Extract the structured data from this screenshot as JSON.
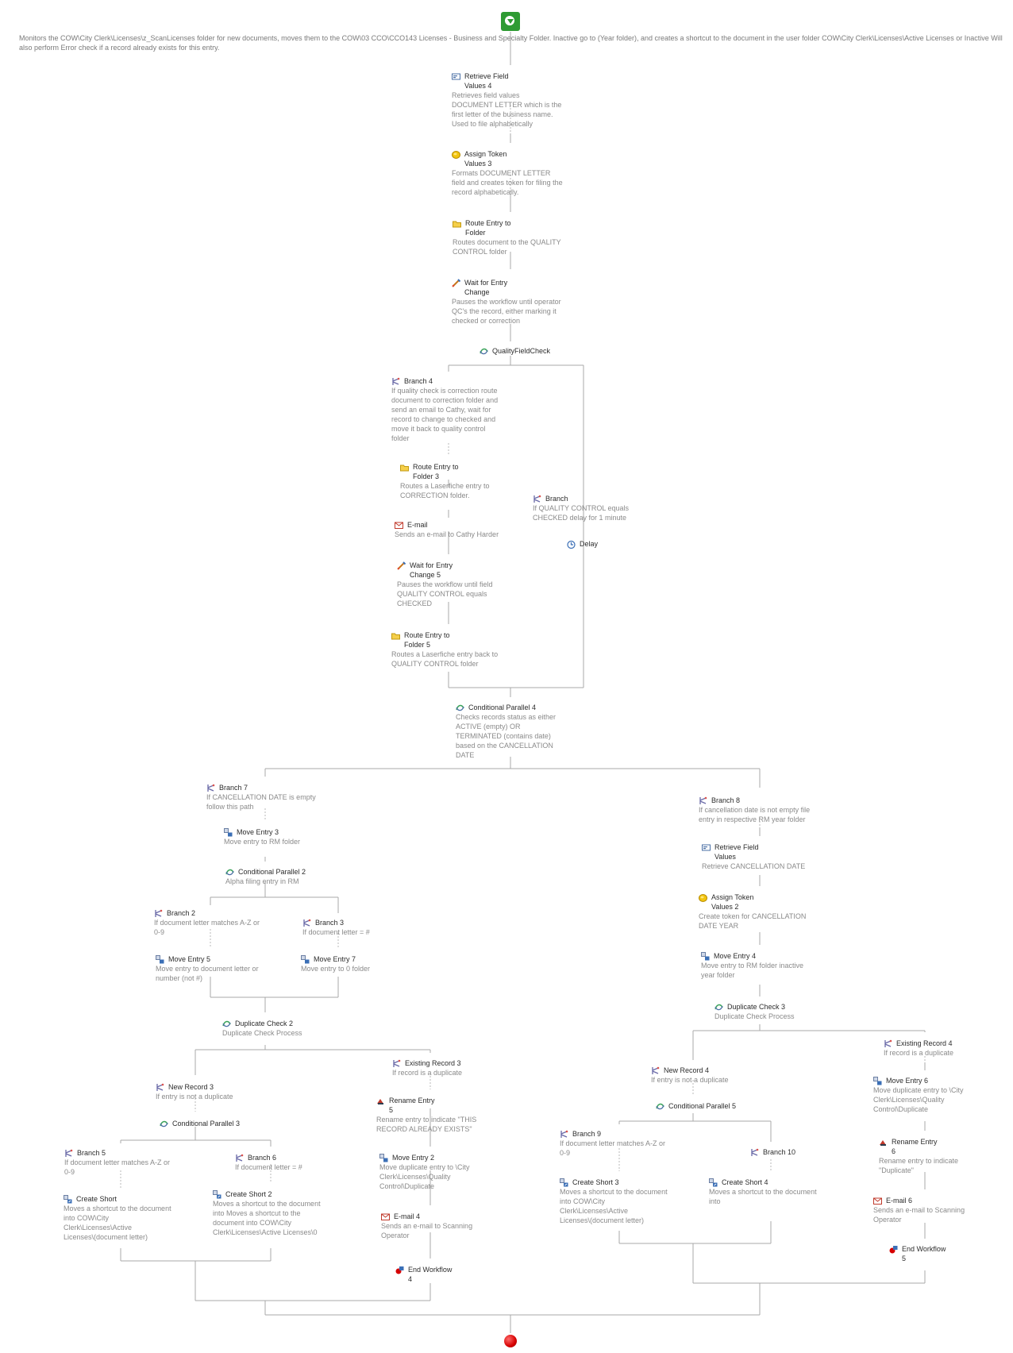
{
  "workflow": {
    "description": "Monitors the COW\\City Clerk\\Licenses\\z_ScanLicenses  folder for new documents, moves them to the COW\\03 CCO\\CCO143 Licenses - Business and Specialty Folder. Inactive go to (Year folder), and creates a shortcut to the document in the user folder COW\\City Clerk\\Licenses\\Active Licenses or Inactive Will also perform Error check if a record already exists for this entry.",
    "start_icon": "start-icon",
    "end_icon": "end-icon"
  },
  "nodes": [
    {
      "id": "n0",
      "icon": "retrieve-fields-icon",
      "lines": [
        "Retrieve Field",
        "Values 4"
      ],
      "sub": [
        "Retrieves field values",
        "DOCUMENT LETTER which is the",
        "first letter of the business name.",
        "Used to file alphabetically"
      ]
    },
    {
      "id": "n1",
      "icon": "token-icon",
      "lines": [
        "Assign Token",
        "Values 3"
      ],
      "sub": [
        "Formats DOCUMENT LETTER",
        "field and creates token for filing the",
        "record alphabetically."
      ]
    },
    {
      "id": "n2",
      "icon": "folder-icon",
      "lines": [
        "Route Entry to",
        "Folder"
      ],
      "sub": [
        "Routes document to the QUALITY",
        "CONTROL folder"
      ]
    },
    {
      "id": "n3",
      "icon": "wait-icon",
      "lines": [
        "Wait for Entry",
        "Change"
      ],
      "sub": [
        "Pauses the workflow until operator",
        "QC's the record, either marking it",
        "checked or correction"
      ]
    },
    {
      "id": "n4",
      "icon": "conditional-icon",
      "lines": [
        "QualityFieldCheck"
      ],
      "sub": []
    },
    {
      "id": "n5",
      "icon": "branch-icon",
      "lines": [
        "Branch 4"
      ],
      "sub": [
        "If quality check is correction route",
        "document to correction folder and",
        "send an email to Cathy, wait for",
        "record to change to checked and",
        "move it back to quality control",
        "folder"
      ]
    },
    {
      "id": "n6",
      "icon": "folder-icon",
      "lines": [
        "Route Entry to",
        "Folder 3"
      ],
      "sub": [
        "Routes a Laserfiche entry to",
        "CORRECTION folder."
      ]
    },
    {
      "id": "n7",
      "icon": "email-icon",
      "lines": [
        "E-mail"
      ],
      "sub": [
        "Sends an e-mail to Cathy Harder"
      ]
    },
    {
      "id": "n8",
      "icon": "wait-icon",
      "lines": [
        "Wait for Entry",
        "Change 5"
      ],
      "sub": [
        "Pauses the workflow until field",
        "QUALITY CONTROL equals",
        "CHECKED"
      ]
    },
    {
      "id": "n9",
      "icon": "folder-icon",
      "lines": [
        "Route Entry to",
        "Folder 5"
      ],
      "sub": [
        "Routes a Laserfiche entry back to",
        "QUALITY CONTROL folder"
      ]
    },
    {
      "id": "n10",
      "icon": "branch-icon",
      "lines": [
        "Branch"
      ],
      "sub": [
        "If QUALITY CONTROL equals",
        "CHECKED delay for 1 minute"
      ]
    },
    {
      "id": "n11",
      "icon": "delay-icon",
      "lines": [
        "Delay"
      ],
      "sub": []
    },
    {
      "id": "n12",
      "icon": "conditional-icon",
      "lines": [
        "Conditional Parallel 4"
      ],
      "sub": [
        "Checks records status as either",
        "ACTIVE (empty) OR",
        "TERMINATED (contains date)",
        "based on the CANCELLATION",
        "DATE"
      ]
    },
    {
      "id": "n13",
      "icon": "branch-icon",
      "lines": [
        "Branch 7"
      ],
      "sub": [
        "If CANCELLATION DATE is empty",
        "follow this path"
      ]
    },
    {
      "id": "n14",
      "icon": "move-icon",
      "lines": [
        "Move Entry 3"
      ],
      "sub": [
        "Move entry to RM folder"
      ]
    },
    {
      "id": "n15",
      "icon": "conditional-icon",
      "lines": [
        "Conditional Parallel 2"
      ],
      "sub": [
        "Alpha filing entry in RM"
      ]
    },
    {
      "id": "n16",
      "icon": "branch-icon",
      "lines": [
        "Branch 2"
      ],
      "sub": [
        "If document letter matches A-Z or",
        "0-9"
      ]
    },
    {
      "id": "n17",
      "icon": "branch-icon",
      "lines": [
        "Branch 3"
      ],
      "sub": [
        "If document letter = #"
      ]
    },
    {
      "id": "n18",
      "icon": "move-icon",
      "lines": [
        "Move Entry 5"
      ],
      "sub": [
        "Move entry to document letter or",
        "number (not #)"
      ]
    },
    {
      "id": "n19",
      "icon": "move-icon",
      "lines": [
        "Move Entry 7"
      ],
      "sub": [
        "Move entry to 0 folder"
      ]
    },
    {
      "id": "n20",
      "icon": "conditional-icon",
      "lines": [
        "Duplicate Check 2"
      ],
      "sub": [
        "Duplicate Check Process"
      ]
    },
    {
      "id": "n21",
      "icon": "branch-icon",
      "lines": [
        "New Record 3"
      ],
      "sub": [
        "If entry is not a duplicate"
      ]
    },
    {
      "id": "n22",
      "icon": "conditional-icon",
      "lines": [
        "Conditional Parallel 3"
      ],
      "sub": []
    },
    {
      "id": "n23",
      "icon": "branch-icon",
      "lines": [
        "Branch 5"
      ],
      "sub": [
        "If document letter matches A-Z or",
        "0-9"
      ]
    },
    {
      "id": "n24",
      "icon": "branch-icon",
      "lines": [
        "Branch 6"
      ],
      "sub": [
        "If document letter = #"
      ]
    },
    {
      "id": "n25",
      "icon": "shortcut-icon",
      "lines": [
        "Create Short"
      ],
      "sub": [
        "Moves a shortcut to the document",
        "into COW\\City",
        "Clerk\\Licenses\\Active",
        "Licenses\\(document letter)"
      ]
    },
    {
      "id": "n26",
      "icon": "shortcut-icon",
      "lines": [
        "Create Short 2"
      ],
      "sub": [
        "Moves a shortcut to the document",
        "into Moves a shortcut to the",
        "document into COW\\City",
        "Clerk\\Licenses\\Active Licenses\\0"
      ]
    },
    {
      "id": "n27",
      "icon": "branch-icon",
      "lines": [
        "Existing Record 3"
      ],
      "sub": [
        "If record is a duplicate"
      ]
    },
    {
      "id": "n28",
      "icon": "rename-icon",
      "lines": [
        "Rename Entry",
        "5"
      ],
      "sub": [
        "Rename entry to indicate \"THIS",
        "RECORD ALREADY EXISTS\""
      ]
    },
    {
      "id": "n29",
      "icon": "move-icon",
      "lines": [
        "Move Entry 2"
      ],
      "sub": [
        "Move duplicate entry to \\City",
        "Clerk\\Licenses\\Quality",
        "Control\\Duplicate"
      ]
    },
    {
      "id": "n30",
      "icon": "email-icon",
      "lines": [
        "E-mail 4"
      ],
      "sub": [
        "Sends an e-mail to Scanning",
        "Operator"
      ]
    },
    {
      "id": "n31",
      "icon": "end-workflow-icon",
      "lines": [
        "End Workflow",
        "4"
      ],
      "sub": []
    },
    {
      "id": "n32",
      "icon": "branch-icon",
      "lines": [
        "Branch 8"
      ],
      "sub": [
        "If cancellation date is not empty file",
        "entry in respective RM year folder"
      ]
    },
    {
      "id": "n33",
      "icon": "retrieve-fields-icon",
      "lines": [
        "Retrieve Field",
        "Values"
      ],
      "sub": [
        "Retrieve CANCELLATION DATE"
      ]
    },
    {
      "id": "n34",
      "icon": "token-icon",
      "lines": [
        "Assign Token",
        "Values 2"
      ],
      "sub": [
        "Create token for CANCELLATION",
        "DATE YEAR"
      ]
    },
    {
      "id": "n35",
      "icon": "move-icon",
      "lines": [
        "Move Entry 4"
      ],
      "sub": [
        "Move entry to RM folder inactive",
        "year folder"
      ]
    },
    {
      "id": "n36",
      "icon": "conditional-icon",
      "lines": [
        "Duplicate Check 3"
      ],
      "sub": [
        "Duplicate Check Process"
      ]
    },
    {
      "id": "n37",
      "icon": "branch-icon",
      "lines": [
        "New Record 4"
      ],
      "sub": [
        "If entry is not a duplicate"
      ]
    },
    {
      "id": "n38",
      "icon": "conditional-icon",
      "lines": [
        "Conditional Parallel 5"
      ],
      "sub": []
    },
    {
      "id": "n39",
      "icon": "branch-icon",
      "lines": [
        "Branch 9"
      ],
      "sub": [
        "If document letter matches A-Z or",
        "0-9"
      ]
    },
    {
      "id": "n40",
      "icon": "branch-icon",
      "lines": [
        "Branch 10"
      ],
      "sub": []
    },
    {
      "id": "n41",
      "icon": "shortcut-icon",
      "lines": [
        "Create Short 3"
      ],
      "sub": [
        "Moves a shortcut to the document",
        "into COW\\City",
        "Clerk\\Licenses\\Active",
        "Licenses\\(document letter)"
      ]
    },
    {
      "id": "n42",
      "icon": "shortcut-icon",
      "lines": [
        "Create Short 4"
      ],
      "sub": [
        "Moves a shortcut to the document",
        "into"
      ]
    },
    {
      "id": "n43",
      "icon": "branch-icon",
      "lines": [
        "Existing Record 4"
      ],
      "sub": [
        "If record is a duplicate"
      ]
    },
    {
      "id": "n44",
      "icon": "move-icon",
      "lines": [
        "Move Entry 6"
      ],
      "sub": [
        "Move duplicate entry to \\City",
        "Clerk\\Licenses\\Quality",
        "Control\\Duplicate"
      ]
    },
    {
      "id": "n45",
      "icon": "rename-icon",
      "lines": [
        "Rename Entry",
        "6"
      ],
      "sub": [
        "Rename entry to indicate",
        "\"Duplicate\""
      ]
    },
    {
      "id": "n46",
      "icon": "email-icon",
      "lines": [
        "E-mail 6"
      ],
      "sub": [
        "Sends an e-mail to Scanning",
        "Operator"
      ]
    },
    {
      "id": "n47",
      "icon": "end-workflow-icon",
      "lines": [
        "End Workflow",
        "5"
      ],
      "sub": []
    }
  ]
}
